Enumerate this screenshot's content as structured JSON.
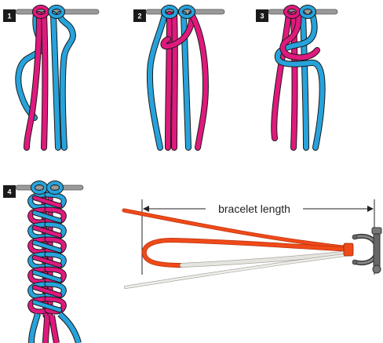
{
  "colors": {
    "magenta": "#e0197d",
    "cyan": "#27a3dc",
    "cord_outline": "#1a1a1a",
    "rod": "#9a9a9a",
    "label_bg": "#1a1a1a",
    "orange_cord": "#f04a18",
    "white_cord": "#e6e4df",
    "shackle": "#555555"
  },
  "steps": [
    {
      "number": "1"
    },
    {
      "number": "2"
    },
    {
      "number": "3"
    },
    {
      "number": "4"
    }
  ],
  "measurement": {
    "label": "bracelet length"
  },
  "icons": {
    "shackle": "shackle-icon",
    "rod": "rod-icon"
  }
}
